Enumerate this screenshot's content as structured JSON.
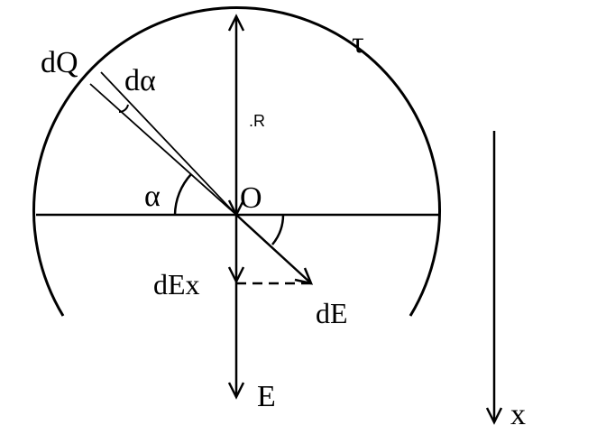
{
  "labels": {
    "charge_element": "dQ",
    "angle_element": "dα",
    "linear_density": "τ",
    "radius": ".R",
    "angle": "α",
    "origin": "O",
    "field_x_component": "dEx",
    "field_element": "dE",
    "field_total": "E",
    "axis_x": "x"
  },
  "colors": {
    "stroke": "#000000",
    "background": "#ffffff"
  }
}
